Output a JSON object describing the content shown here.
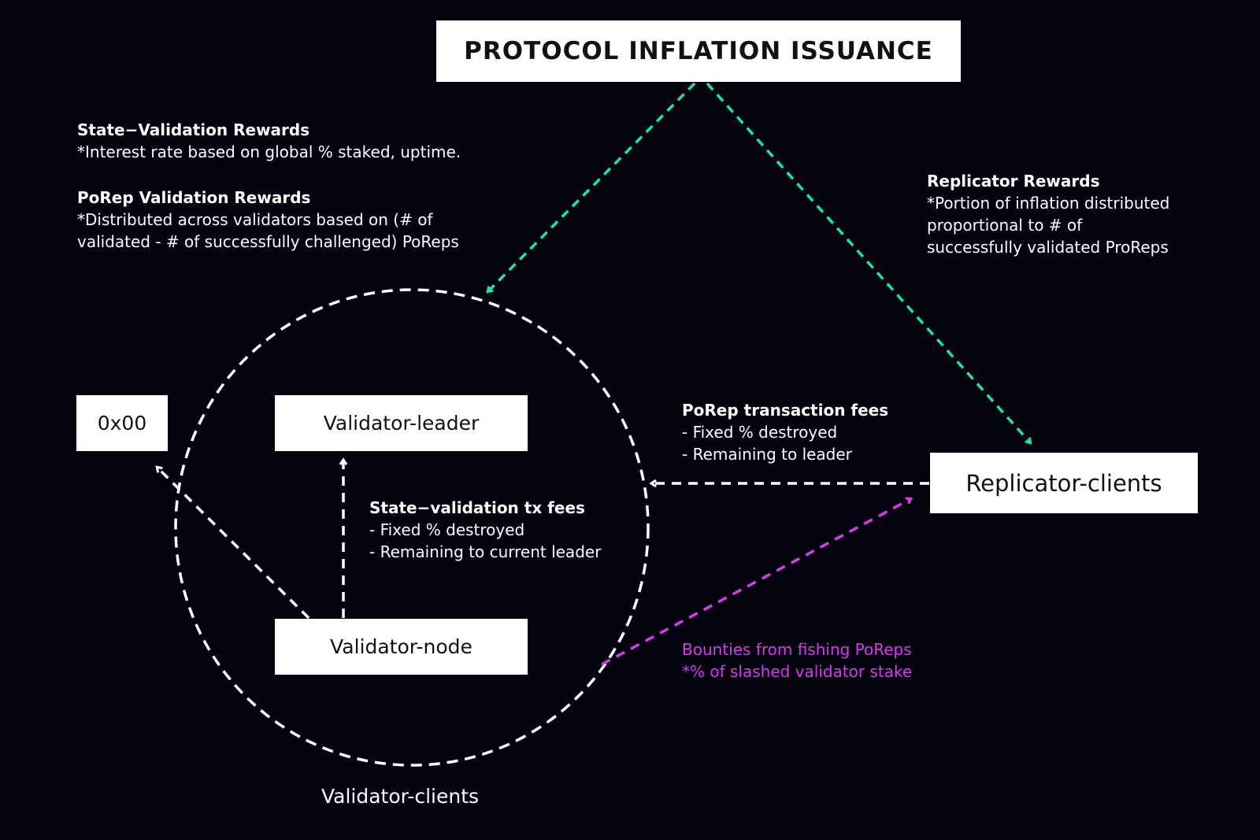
{
  "colors": {
    "background": "#03020f",
    "teal_arrow": "#1fe0b0",
    "magenta_arrow": "#d63ce8",
    "white": "#ffffff"
  },
  "title": "PROTOCOL INFLATION ISSUANCE",
  "nodes": {
    "zero_address": "0x00",
    "validator_leader": "Validator-leader",
    "validator_node": "Validator-node",
    "replicator_clients": "Replicator-clients",
    "validator_clients": "Validator-clients"
  },
  "labels": {
    "state_validation_rewards": {
      "heading": "State−Validation Rewards",
      "lines": [
        "*Interest rate based on global % staked, uptime."
      ]
    },
    "porep_validation_rewards": {
      "heading": "PoRep Validation Rewards",
      "lines": [
        "*Distributed across validators based on (# of",
        "validated - # of successfully challenged) PoReps"
      ]
    },
    "replicator_rewards": {
      "heading": "Replicator Rewards",
      "lines": [
        "*Portion of inflation distributed",
        "proportional to # of",
        "successfully validated ProReps"
      ]
    },
    "porep_transaction_fees": {
      "heading": "PoRep transaction fees",
      "lines": [
        "- Fixed % destroyed",
        "- Remaining to leader"
      ]
    },
    "state_validation_tx_fees": {
      "heading": "State−validation tx fees",
      "lines": [
        "- Fixed % destroyed",
        "- Remaining to current leader"
      ]
    },
    "bounties": {
      "lines": [
        "Bounties from fishing PoReps",
        "*% of slashed validator stake"
      ]
    }
  }
}
